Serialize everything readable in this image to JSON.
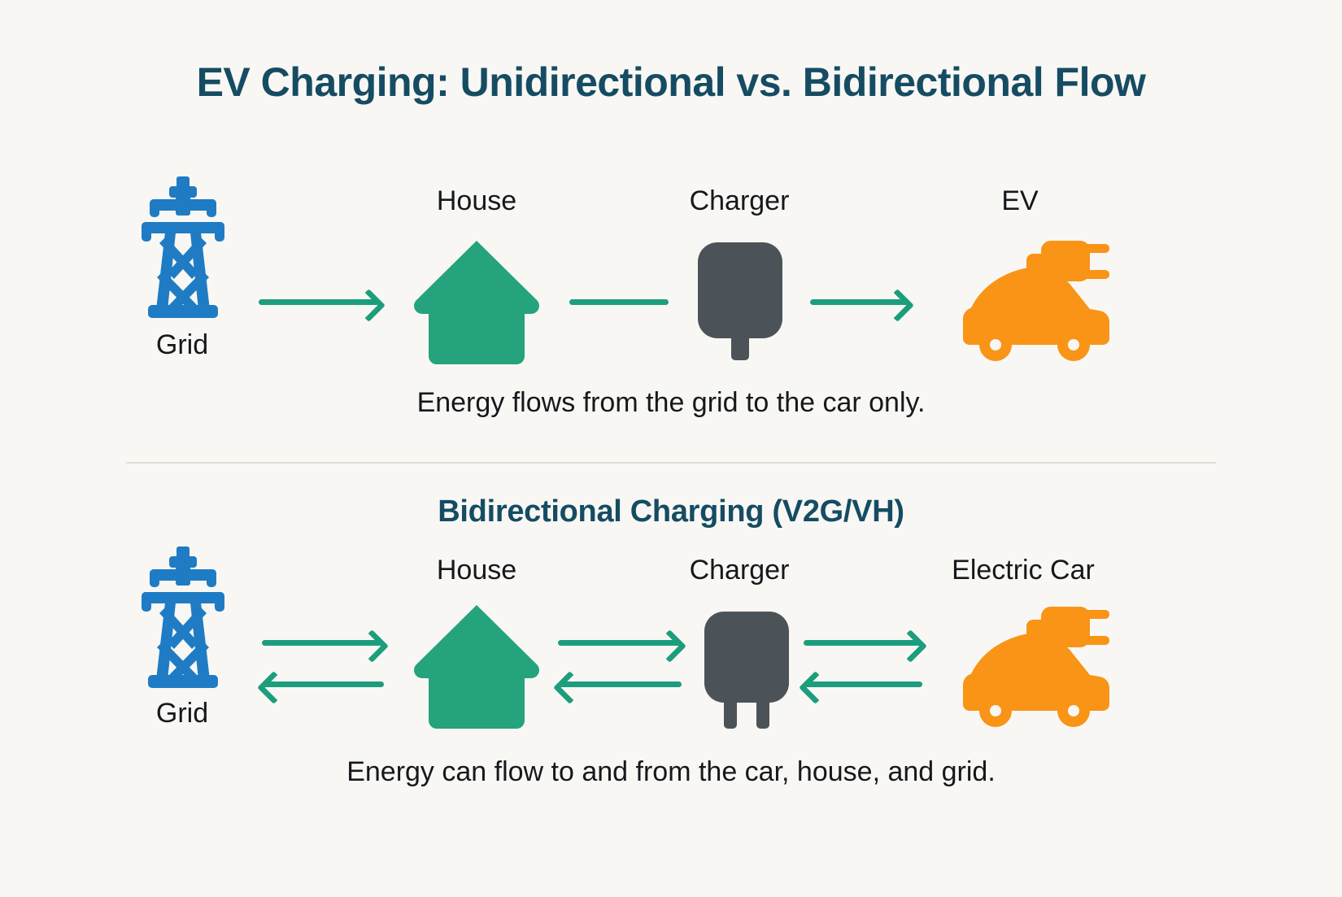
{
  "title": "EV Charging: Unidirectional vs. Bidirectional Flow",
  "colors": {
    "background": "#f8f7f4",
    "heading": "#154c63",
    "arrow": "#1c9e7d",
    "grid_blue": "#1f7cc4",
    "house_green": "#25a37c",
    "charger_gray": "#4c5358",
    "car_orange": "#f99417",
    "text": "#16181c",
    "divider": "#e0ded9"
  },
  "sections": [
    {
      "id": "unidirectional",
      "heading": "",
      "nodes": [
        {
          "label": "Grid",
          "label_position": "below",
          "icon": "power-tower-icon"
        },
        {
          "label": "House",
          "label_position": "above",
          "icon": "house-icon"
        },
        {
          "label": "Charger",
          "label_position": "above",
          "icon": "wall-charger-icon"
        },
        {
          "label": "EV",
          "label_position": "above",
          "icon": "electric-car-icon"
        }
      ],
      "connectors": [
        {
          "from": "Grid",
          "to": "House",
          "direction": "right",
          "arrowhead": true
        },
        {
          "from": "House",
          "to": "Charger",
          "direction": "none",
          "arrowhead": false
        },
        {
          "from": "Charger",
          "to": "EV",
          "direction": "right",
          "arrowhead": true
        }
      ],
      "caption": "Energy flows from the grid to the car only."
    },
    {
      "id": "bidirectional",
      "heading": "Bidirectional Charging (V2G/VH)",
      "nodes": [
        {
          "label": "Grid",
          "label_position": "below",
          "icon": "power-tower-icon"
        },
        {
          "label": "House",
          "label_position": "above",
          "icon": "house-icon"
        },
        {
          "label": "Charger",
          "label_position": "above",
          "icon": "wall-charger-icon"
        },
        {
          "label": "Electric Car",
          "label_position": "above",
          "icon": "electric-car-icon"
        }
      ],
      "connectors": [
        {
          "from": "Grid",
          "to": "House",
          "direction": "both",
          "arrowhead": true
        },
        {
          "from": "House",
          "to": "Charger",
          "direction": "both",
          "arrowhead": true
        },
        {
          "from": "Charger",
          "to": "Electric Car",
          "direction": "both",
          "arrowhead": true
        }
      ],
      "caption": "Energy can flow to and from the car, house, and grid."
    }
  ]
}
